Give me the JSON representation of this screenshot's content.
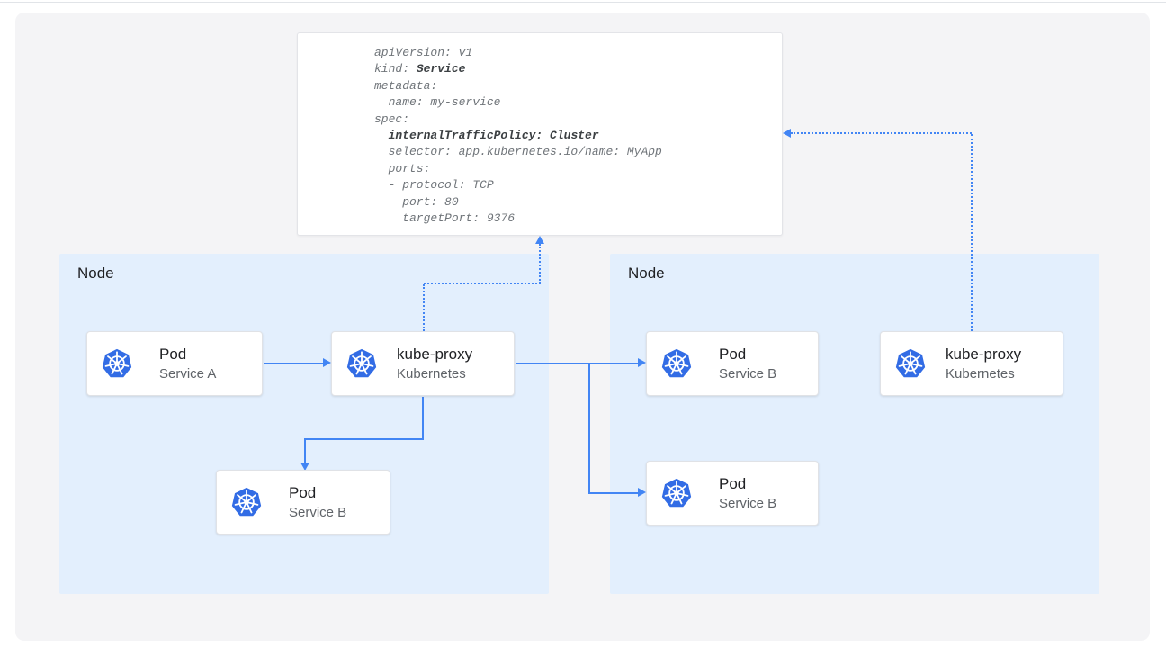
{
  "yaml_panel": {
    "lines": [
      [
        {
          "t": "apiVersion: v1",
          "b": false
        }
      ],
      [
        {
          "t": "kind: ",
          "b": false
        },
        {
          "t": "Service",
          "b": true
        }
      ],
      [
        {
          "t": "metadata:",
          "b": false
        }
      ],
      [
        {
          "t": "  name: my-service",
          "b": false
        }
      ],
      [
        {
          "t": "spec:",
          "b": false
        }
      ],
      [
        {
          "t": "  ",
          "b": false
        },
        {
          "t": "internalTrafficPolicy: Cluster",
          "b": true
        }
      ],
      [
        {
          "t": "  selector: app.kubernetes.io/name: MyApp",
          "b": false
        }
      ],
      [
        {
          "t": "  ports:",
          "b": false
        }
      ],
      [
        {
          "t": "  - protocol: TCP",
          "b": false
        }
      ],
      [
        {
          "t": "    port: 80",
          "b": false
        }
      ],
      [
        {
          "t": "    targetPort: 9376",
          "b": false
        }
      ]
    ]
  },
  "nodes": {
    "left": {
      "label": "Node"
    },
    "right": {
      "label": "Node"
    }
  },
  "cards": {
    "pod_a": {
      "title": "Pod",
      "subtitle": "Service A"
    },
    "kube_proxy_left": {
      "title": "kube-proxy",
      "subtitle": "Kubernetes"
    },
    "pod_b_left": {
      "title": "Pod",
      "subtitle": "Service B"
    },
    "pod_b_right_top": {
      "title": "Pod",
      "subtitle": "Service B"
    },
    "pod_b_right_bot": {
      "title": "Pod",
      "subtitle": "Service B"
    },
    "kube_proxy_right": {
      "title": "kube-proxy",
      "subtitle": "Kubernetes"
    }
  },
  "icons": {
    "kubernetes": "kubernetes-wheel-icon"
  },
  "colors": {
    "arrow": "#4285f4",
    "node_bg": "#e3effd",
    "kubernetes_blue": "#326ce5"
  }
}
